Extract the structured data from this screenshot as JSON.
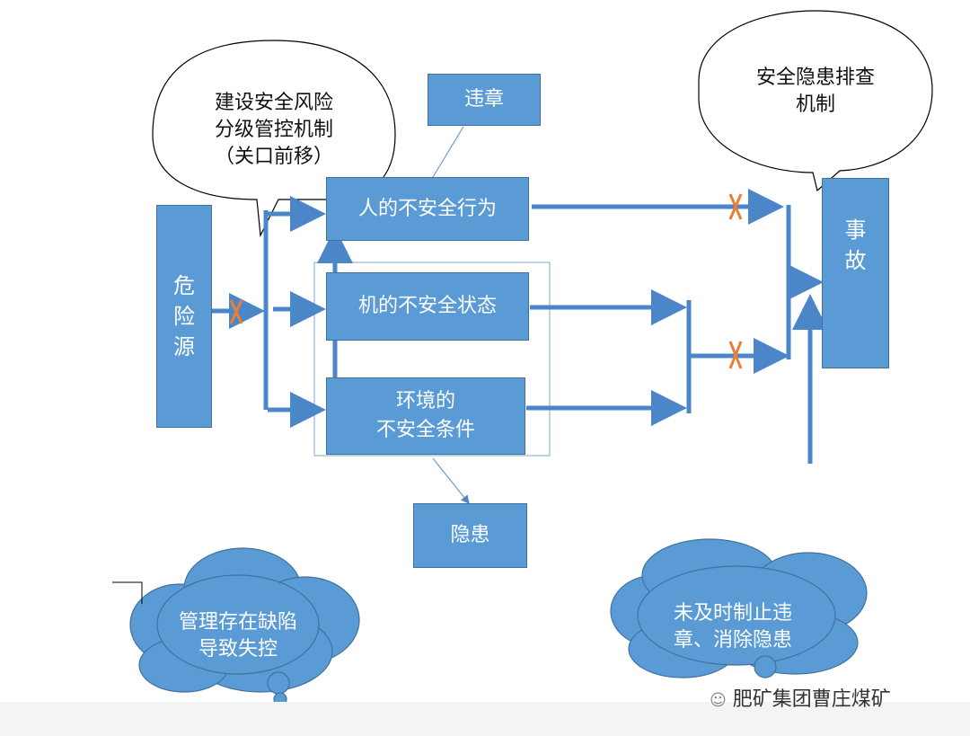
{
  "nodes": {
    "hazard": "危\n险\n源",
    "accident": "事\n故",
    "violation": "违章",
    "hidden_danger": "隐患",
    "unsafe_behavior": "人的不安全行为",
    "unsafe_machine": "机的不安全状态",
    "unsafe_env": "环境的\n不安全条件"
  },
  "callouts": {
    "risk_mechanism": "建设安全风险\n分级管控机制\n（关口前移）",
    "inspection_mechanism": "安全隐患排查\n机制",
    "management_defect": "管理存在缺陷\n导致失控",
    "not_stopped": "未及时制止违\n章、消除隐患"
  },
  "watermark": "肥矿集团曹庄煤矿",
  "colors": {
    "box_fill": "#5b9bd5",
    "box_border": "#41719c",
    "cross": "#ed7d31"
  }
}
